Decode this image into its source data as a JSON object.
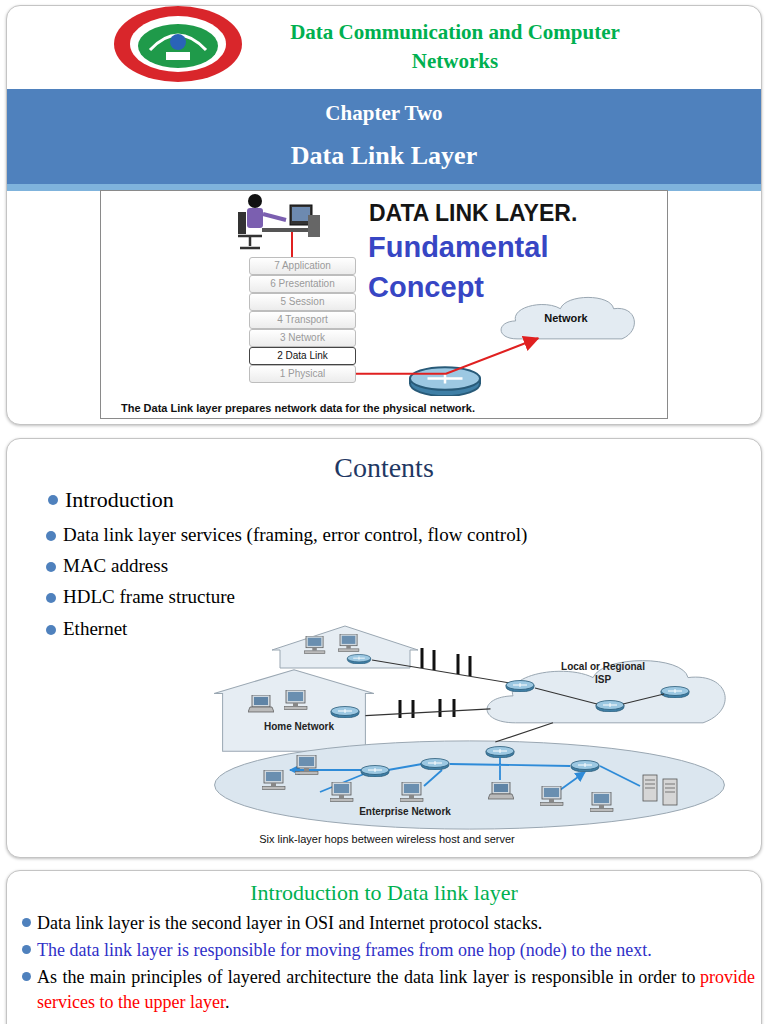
{
  "diagram": {
    "nodes": [
      {
        "text": [
          "Data Communication and Computer Networks"
        ]
      },
      {
        "text": [
          "Chapter Two",
          "Data Link Layer"
        ],
        "in": 0
      },
      {
        "text": [
          "DATA LINK LAYER.",
          "Fundamental Concept",
          "The Data Link layer prepares network data for the physical network."
        ],
        "in": 0
      },
      {
        "text": [
          "7 Application"
        ],
        "in": 2
      },
      {
        "text": [
          "6 Presentation"
        ],
        "in": 2
      },
      {
        "text": [
          "5 Session"
        ],
        "in": 2
      },
      {
        "text": [
          "4 Transport"
        ],
        "in": 2
      },
      {
        "text": [
          "3 Network"
        ],
        "in": 2
      },
      {
        "text": [
          "2 Data Link"
        ],
        "in": 2
      },
      {
        "text": [
          "1 Physical"
        ],
        "in": 2
      },
      {
        "text": [
          "Network"
        ],
        "in": 2
      },
      {
        "text": [
          "Contents",
          "Introduction",
          "Data link layer services (framing, error control, flow control)",
          "MAC address",
          "HDLC frame structure",
          "Ethernet"
        ]
      },
      {
        "text": [
          "Local or Regional ISP"
        ],
        "in": 11
      },
      {
        "text": [
          "Home Network"
        ],
        "in": 11
      },
      {
        "text": [
          "Enterprise Network"
        ],
        "in": 11
      },
      {
        "text": [
          "Introduction to Data link layer",
          "Data link layer is the second layer in OSI and Internet protocol stacks.",
          "The data link layer is responsible for moving frames from one hop (node) to the next.",
          "As the main principles of layered architecture the data link layer is responsible in order to",
          "provide services to the upper layer",
          "."
        ]
      }
    ],
    "edges": [
      {
        "from": 9,
        "to": 10,
        "arrow": "to"
      },
      {
        "from": 13,
        "to": 12,
        "arrow": "none"
      },
      {
        "from": 12,
        "to": 14,
        "arrow": "none"
      }
    ],
    "labels": [
      "Six link-layer hops between wireless host and server"
    ]
  }
}
